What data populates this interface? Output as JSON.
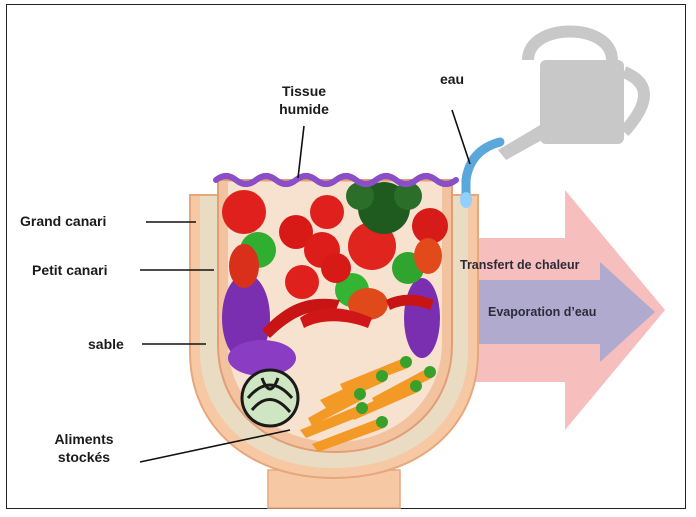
{
  "labels": {
    "tissue_line1": "Tissue",
    "tissue_line2": "humide",
    "water": "eau",
    "large_pot": "Grand canari",
    "small_pot": "Petit canari",
    "sand": "sable",
    "food_line1": "Aliments",
    "food_line2": "stockés",
    "heat_transfer": "Transfert de chaleur",
    "evaporation": "Evaporation d’eau"
  },
  "colors": {
    "outer_pot": "#f6c9a4",
    "sand": "#e9dcc3",
    "inner_pot": "#f3c3a0",
    "cloth": "#8a4fc7",
    "heat_arrow": "#f4b3b0",
    "evap_arrow": "#a9a8cf",
    "watering_can": "#c8c8c8",
    "water_pipe": "#5aa7dc"
  }
}
